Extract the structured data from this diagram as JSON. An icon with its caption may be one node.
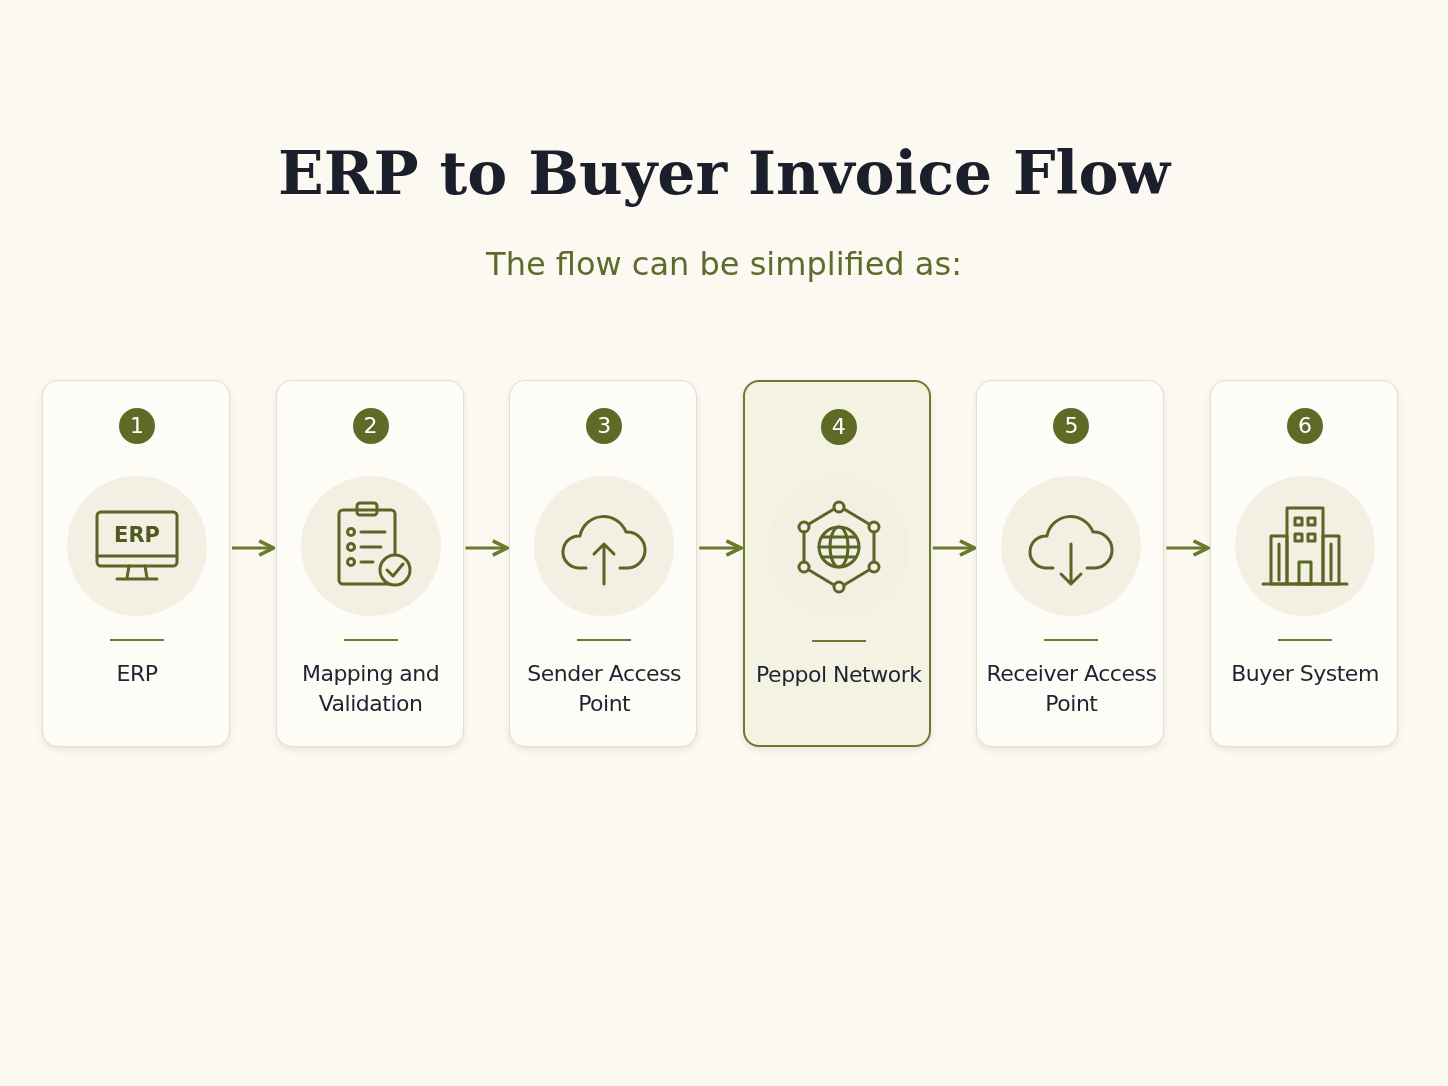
{
  "diagram": {
    "title": "ERP to Buyer Invoice Flow",
    "nodes": [
      {
        "text": [
          "1",
          "ERP",
          "ERP"
        ]
      },
      {
        "text": [
          "2",
          "Mapping and Validation"
        ]
      },
      {
        "text": [
          "3",
          "Sender Access Point"
        ]
      },
      {
        "text": [
          "4",
          "Peppol Network"
        ]
      },
      {
        "text": [
          "5",
          "Receiver Access Point"
        ]
      },
      {
        "text": [
          "6",
          "Buyer System"
        ]
      }
    ],
    "edges": [
      {
        "from": 0,
        "to": 1,
        "arrow": "to"
      },
      {
        "from": 1,
        "to": 2,
        "arrow": "to"
      },
      {
        "from": 2,
        "to": 3,
        "arrow": "to"
      },
      {
        "from": 3,
        "to": 4,
        "arrow": "to"
      },
      {
        "from": 4,
        "to": 5,
        "arrow": "to"
      }
    ],
    "labels": [
      "The flow can be simplified as:"
    ]
  }
}
